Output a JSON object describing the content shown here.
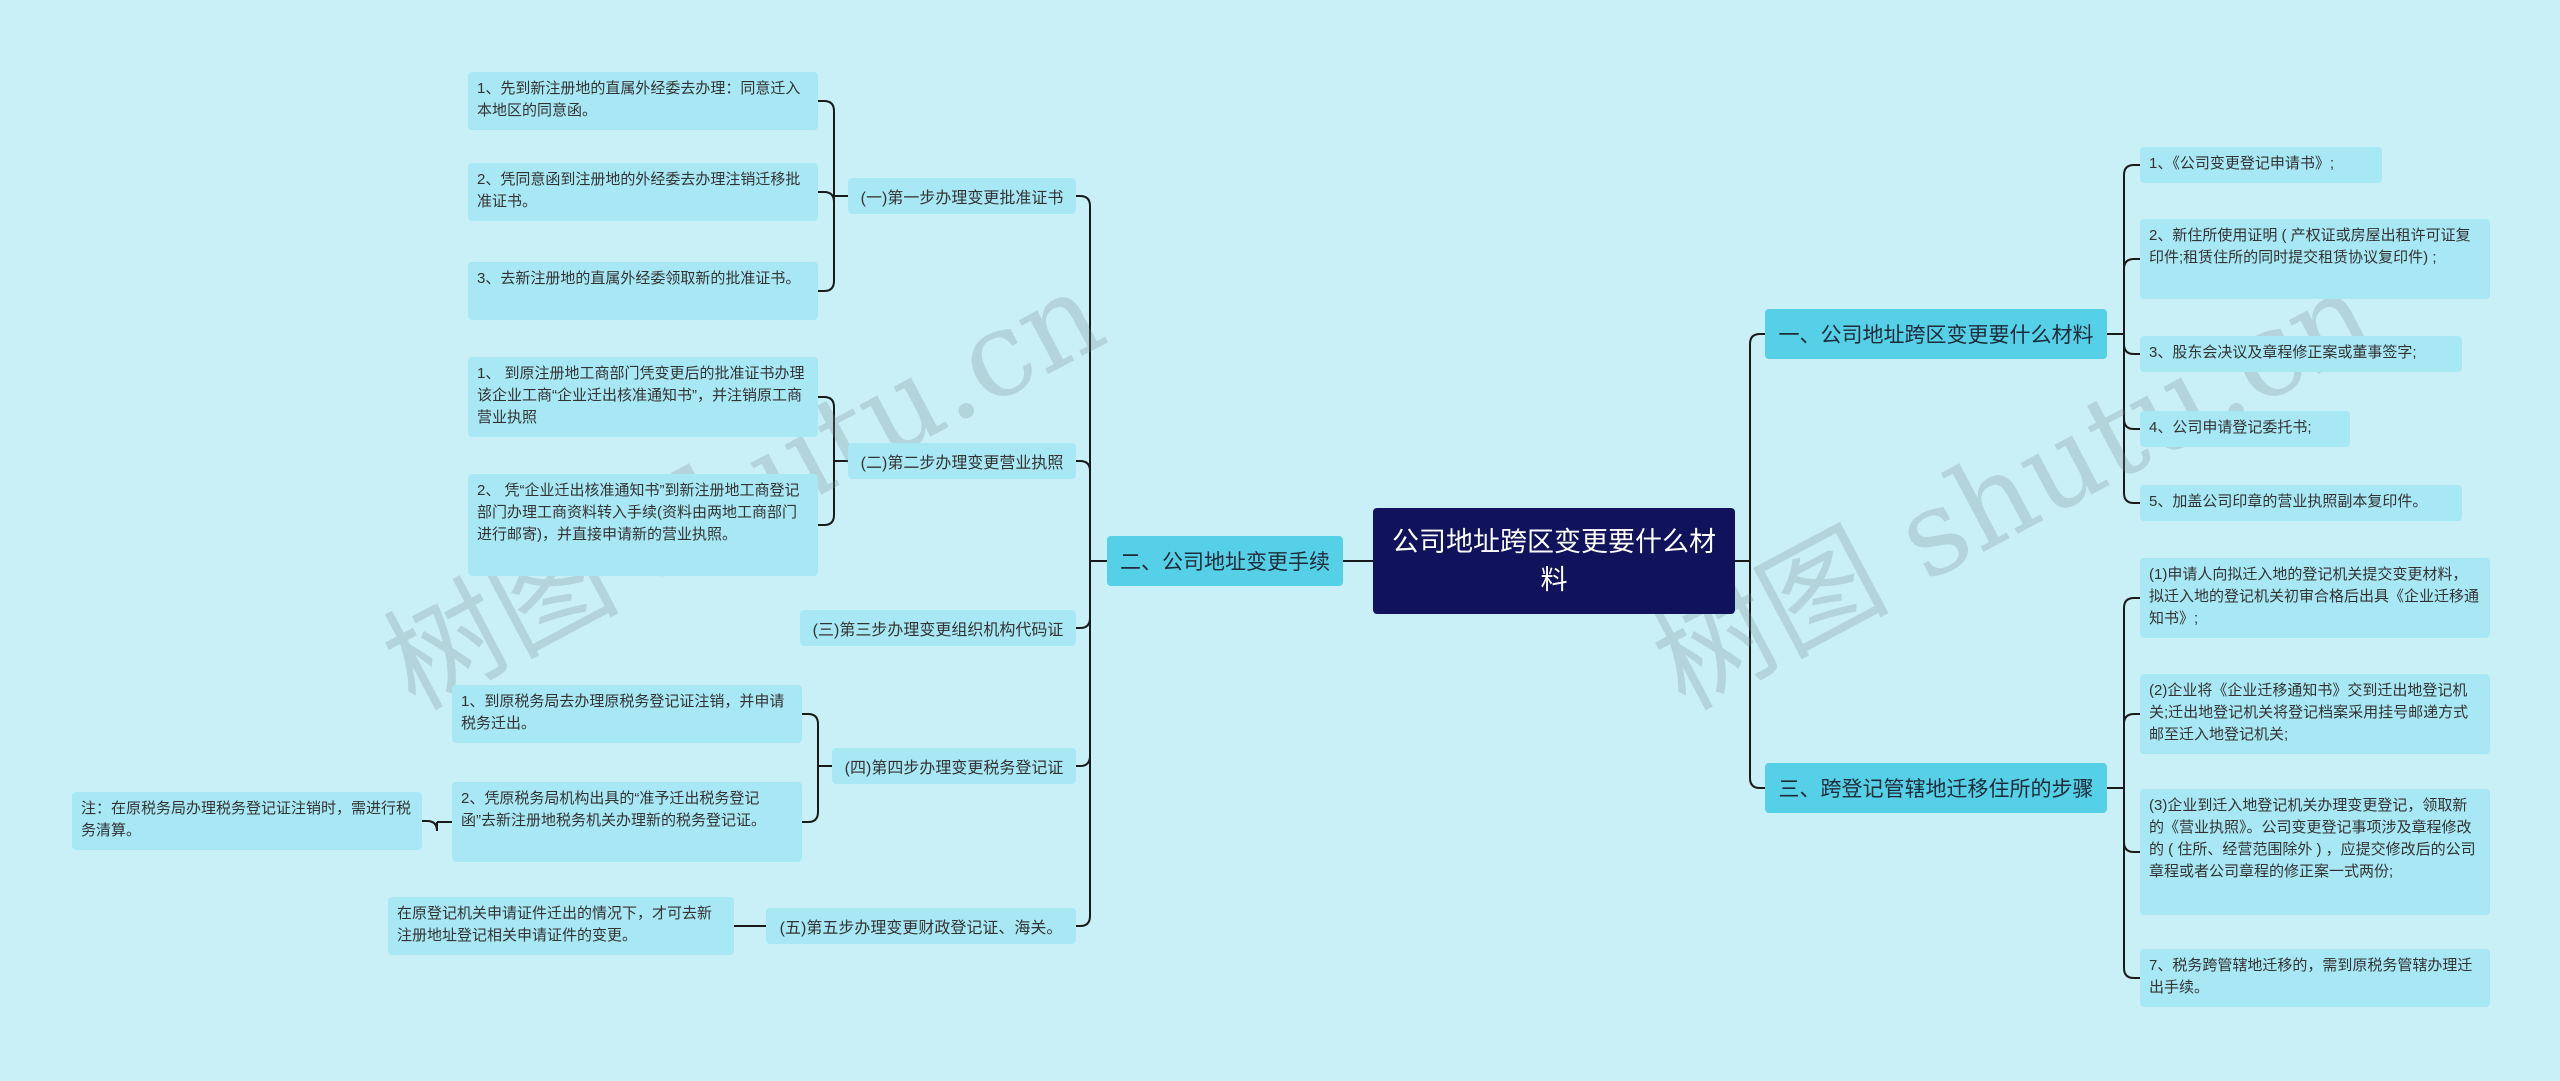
{
  "root": {
    "label": "公司地址跨区变更要什么材料"
  },
  "watermark": "树图 shutu.cn",
  "colors": {
    "background": "#c9f0f7",
    "root": "#10135c",
    "branch": "#55d0e6",
    "leaf": "#a8e8f4",
    "line": "#1a1a1a"
  },
  "branches": {
    "materials": {
      "label": "一、公司地址跨区变更要什么材料",
      "items": [
        "1、《公司变更登记申请书》;",
        "2、新住所使用证明 ( 产权证或房屋出租许可证复印件;租赁住所的同时提交租赁协议复印件) ;",
        "3、股东会决议及章程修正案或董事签字;",
        "4、公司申请登记委托书;",
        "5、加盖公司印章的营业执照副本复印件。"
      ]
    },
    "procedure": {
      "label": "二、公司地址变更手续",
      "steps": [
        {
          "label": "(一)第一步办理变更批准证书",
          "items": [
            "1、先到新注册地的直属外经委去办理：同意迁入本地区的同意函。",
            "2、凭同意函到注册地的外经委去办理注销迁移批准证书。",
            "3、去新注册地的直属外经委领取新的批准证书。"
          ]
        },
        {
          "label": "(二)第二步办理变更营业执照",
          "items": [
            "1、 到原注册地工商部门凭变更后的批准证书办理该企业工商“企业迁出核准通知书”，并注销原工商营业执照",
            "2、 凭“企业迁出核准通知书”到新注册地工商登记部门办理工商资料转入手续(资料由两地工商部门进行邮寄)，并直接申请新的营业执照。"
          ]
        },
        {
          "label": "(三)第三步办理变更组织机构代码证",
          "items": []
        },
        {
          "label": "(四)第四步办理变更税务登记证",
          "items": [
            "1、到原税务局去办理原税务登记证注销，并申请税务迁出。",
            "2、凭原税务局机构出具的“准予迁出税务登记函”去新注册地税务机关办理新的税务登记证。"
          ],
          "note": "注：在原税务局办理税务登记证注销时，需进行税务清算。"
        },
        {
          "label": "(五)第五步办理变更财政登记证、海关。",
          "items": [
            "在原登记机关申请证件迁出的情况下，才可去新注册地址登记相关申请证件的变更。"
          ]
        }
      ]
    },
    "migration": {
      "label": "三、跨登记管辖地迁移住所的步骤",
      "items": [
        "(1)申请人向拟迁入地的登记机关提交变更材料，拟迁入地的登记机关初审合格后出具《企业迁移通知书》;",
        "(2)企业将《企业迁移通知书》交到迁出地登记机关;迁出地登记机关将登记档案采用挂号邮递方式邮至迁入地登记机关;",
        "(3)企业到迁入地登记机关办理变更登记，领取新的《营业执照》。公司变更登记事项涉及章程修改的 ( 住所、经营范围除外 ) ，应提交修改后的公司章程或者公司章程的修正案一式两份;",
        "7、税务跨管辖地迁移的，需到原税务管辖办理迁出手续。"
      ]
    }
  }
}
